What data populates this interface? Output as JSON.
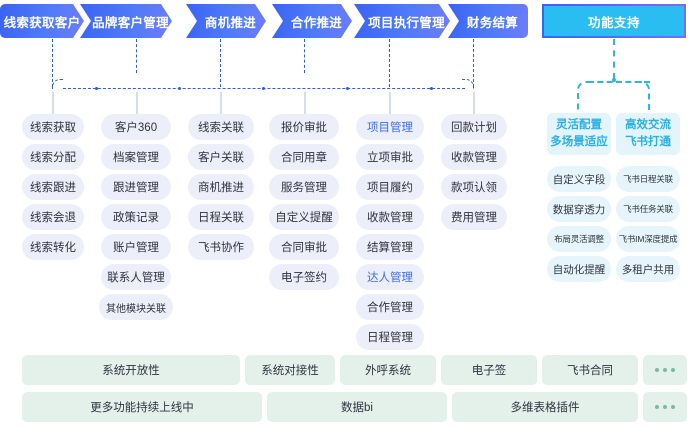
{
  "header": {
    "stages": [
      {
        "label": "线索获取客户"
      },
      {
        "label": "品牌客户管理"
      },
      {
        "label": "商机推进"
      },
      {
        "label": "合作推进"
      },
      {
        "label": "项目执行管理"
      },
      {
        "label": "财务结算"
      }
    ],
    "support_label": "功能支持"
  },
  "columns": [
    {
      "name": "lead-acquisition",
      "items": [
        {
          "label": "线索获取"
        },
        {
          "label": "线索分配"
        },
        {
          "label": "线索跟进"
        },
        {
          "label": "线索会退"
        },
        {
          "label": "线索转化"
        }
      ]
    },
    {
      "name": "brand-customer",
      "items": [
        {
          "label": "客户360"
        },
        {
          "label": "档案管理"
        },
        {
          "label": "跟进管理"
        },
        {
          "label": "政策记录"
        },
        {
          "label": "账户管理"
        },
        {
          "label": "联系人管理"
        },
        {
          "label": "其他模块关联",
          "small": true
        }
      ]
    },
    {
      "name": "opportunity",
      "items": [
        {
          "label": "线索关联"
        },
        {
          "label": "客户关联"
        },
        {
          "label": "商机推进"
        },
        {
          "label": "日程关联"
        },
        {
          "label": "飞书协作"
        }
      ]
    },
    {
      "name": "cooperation",
      "items": [
        {
          "label": "报价审批"
        },
        {
          "label": "合同用章"
        },
        {
          "label": "服务管理"
        },
        {
          "label": "自定义提醒"
        },
        {
          "label": "合同审批"
        },
        {
          "label": "电子签约"
        }
      ]
    },
    {
      "name": "project-execution",
      "items": [
        {
          "label": "项目管理",
          "highlight": true
        },
        {
          "label": "立项审批"
        },
        {
          "label": "项目履约"
        },
        {
          "label": "收款管理"
        },
        {
          "label": "结算管理"
        },
        {
          "label": "达人管理",
          "highlight": true
        },
        {
          "label": "合作管理"
        },
        {
          "label": "日程管理"
        }
      ]
    },
    {
      "name": "finance-settlement",
      "items": [
        {
          "label": "回款计划"
        },
        {
          "label": "收款管理"
        },
        {
          "label": "款项认领"
        },
        {
          "label": "费用管理"
        }
      ]
    }
  ],
  "support": {
    "groups": [
      {
        "name": "flexible-config",
        "title_line1": "灵活配置",
        "title_line2": "多场景适应",
        "items": [
          {
            "label": "自定义字段"
          },
          {
            "label": "数据穿透力"
          },
          {
            "label": "布局灵活调整"
          },
          {
            "label": "自动化提醒"
          }
        ]
      },
      {
        "name": "efficient-communication",
        "title_line1": "高效交流",
        "title_line2": "飞书打通",
        "items": [
          {
            "label": "飞书日程关联"
          },
          {
            "label": "飞书任务关联"
          },
          {
            "label": "飞书IM深度提成",
            "tiny": true
          },
          {
            "label": "多租户共用"
          }
        ]
      }
    ]
  },
  "bottom": {
    "row1": [
      {
        "label": "系统开放性"
      },
      {
        "label": "系统对接性"
      },
      {
        "label": "外呼系统"
      },
      {
        "label": "电子签"
      },
      {
        "label": "飞书合同"
      },
      {
        "label": "",
        "dots": true
      }
    ],
    "row2": [
      {
        "label": "更多功能持续上线中"
      },
      {
        "label": "数据bi"
      },
      {
        "label": "多维表格插件"
      },
      {
        "label": "",
        "dots": true
      }
    ]
  },
  "colors": {
    "stage_blue": "#3a63f3",
    "support_cyan": "#29bdf2",
    "pill_bg": "#eceffa",
    "support_pill_bg": "#e6f5fb",
    "green_box_bg": "#e4f1ea",
    "highlight_text": "#3b6cf5"
  }
}
